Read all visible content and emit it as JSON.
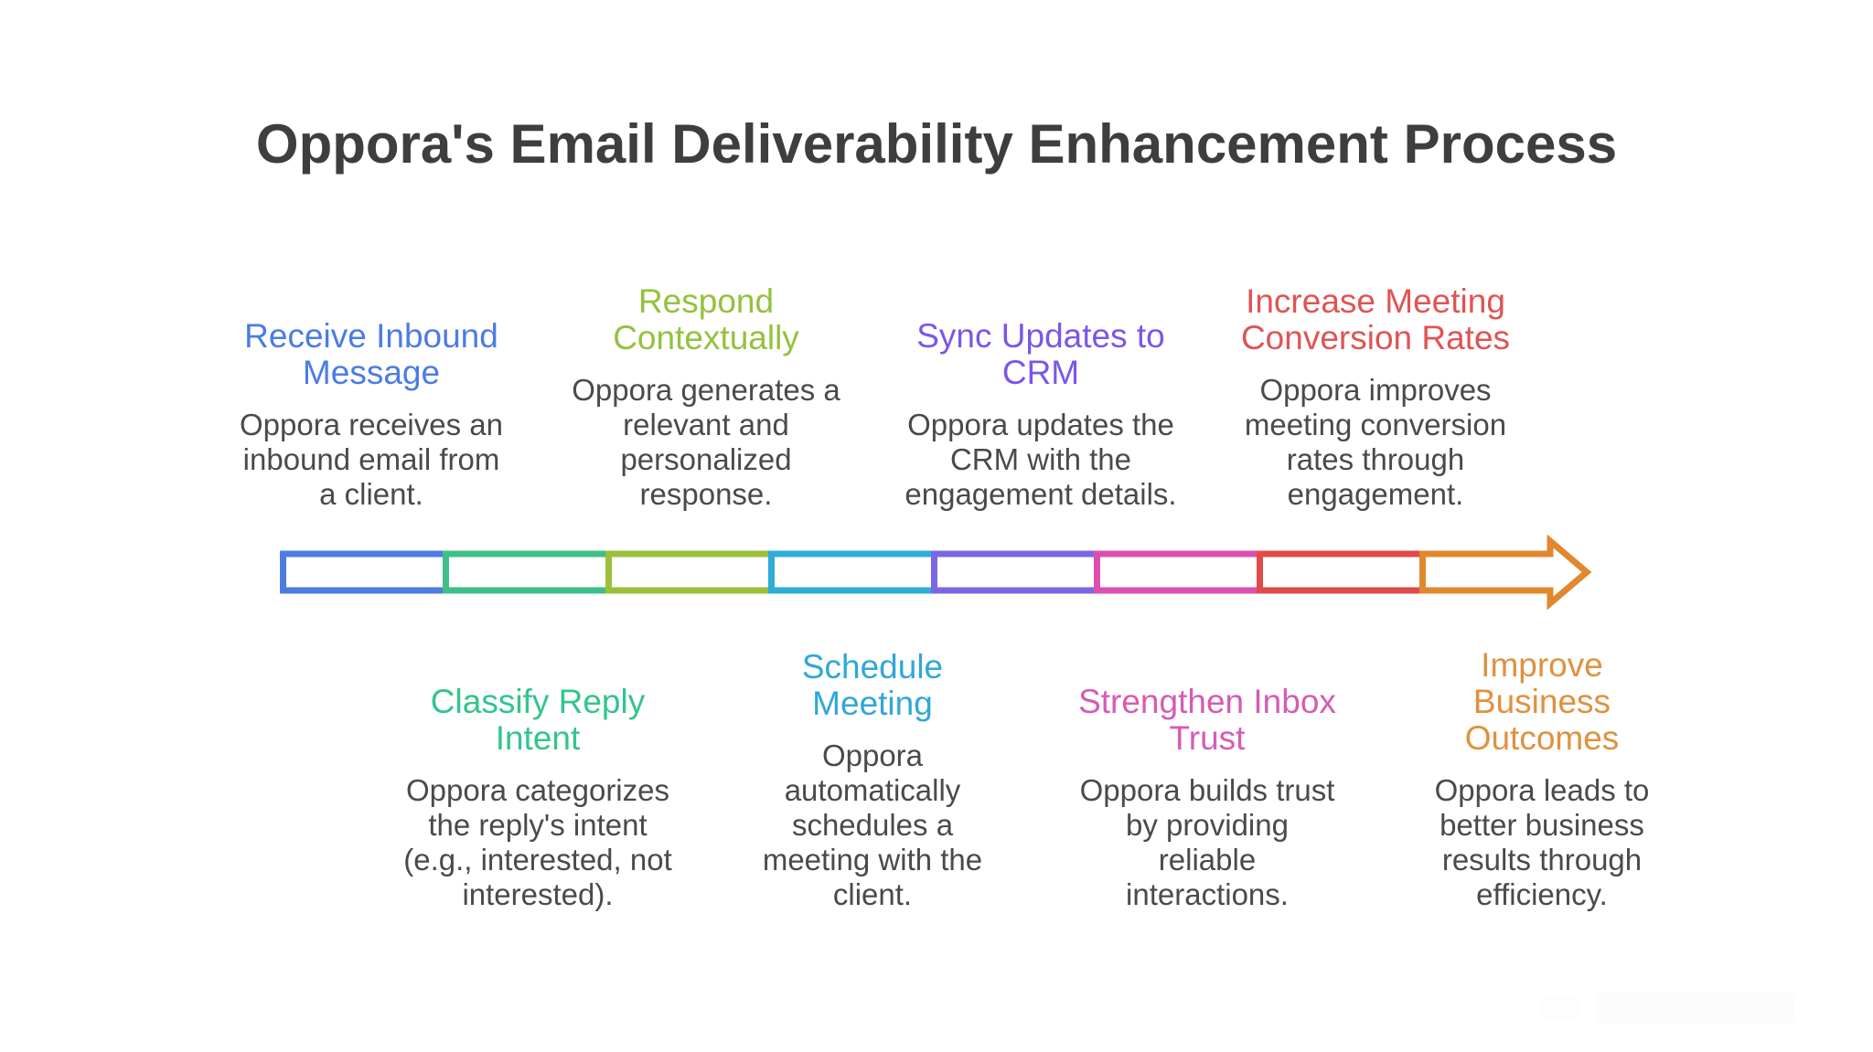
{
  "page": {
    "title": "Oppora's Email Deliverability Enhancement Process",
    "title_color": "#3e3e3e",
    "body_text_color": "#4a4a4a",
    "background": "#ffffff"
  },
  "steps": [
    {
      "order": 1,
      "row": "top",
      "title": "Receive Inbound\nMessage",
      "description": "Oppora receives an\ninbound email from\na client.",
      "color": "#4b7ce4"
    },
    {
      "order": 2,
      "row": "bottom",
      "title": "Classify Reply\nIntent",
      "description": "Oppora categorizes\nthe reply's intent\n(e.g., interested, not\ninterested).",
      "color": "#33c58c"
    },
    {
      "order": 3,
      "row": "top",
      "title": "Respond\nContextually",
      "description": "Oppora generates a\nrelevant and\npersonalized\nresponse.",
      "color": "#94c13d"
    },
    {
      "order": 4,
      "row": "bottom",
      "title": "Schedule\nMeeting",
      "description": "Oppora\nautomatically\nschedules a\nmeeting with the\nclient.",
      "color": "#31a7d7"
    },
    {
      "order": 5,
      "row": "top",
      "title": "Sync Updates to\nCRM",
      "description": "Oppora updates the\nCRM with the\nengagement details.",
      "color": "#7c55ea"
    },
    {
      "order": 6,
      "row": "bottom",
      "title": "Strengthen Inbox\nTrust",
      "description": "Oppora builds trust\nby providing\nreliable\ninteractions.",
      "color": "#d65bb5"
    },
    {
      "order": 7,
      "row": "top",
      "title": "Increase Meeting\nConversion Rates",
      "description": "Oppora improves\nmeeting conversion\nrates through\nengagement.",
      "color": "#e05454"
    },
    {
      "order": 8,
      "row": "bottom",
      "title": "Improve\nBusiness\nOutcomes",
      "description": "Oppora leads to\nbetter business\nresults through\nefficiency.",
      "color": "#e0913f"
    }
  ],
  "timeline": {
    "direction": "left-to-right",
    "segment_fill": "#ffffff",
    "segments": [
      {
        "step": 1,
        "color": "#4d7ce0"
      },
      {
        "step": 2,
        "color": "#3fbf88"
      },
      {
        "step": 3,
        "color": "#9cc03c"
      },
      {
        "step": 4,
        "color": "#2facd8"
      },
      {
        "step": 5,
        "color": "#7a68e2"
      },
      {
        "step": 6,
        "color": "#dd4faf"
      },
      {
        "step": 7,
        "color": "#e04a49"
      },
      {
        "step": 8,
        "color": "#e0882e"
      }
    ]
  }
}
